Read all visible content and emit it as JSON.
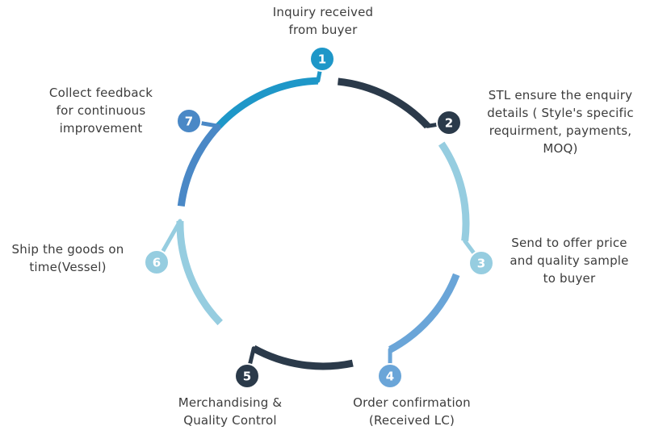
{
  "colors": {
    "dark": "#2b3a4a",
    "blue": "#1e97c8",
    "light_blue": "#96cde0",
    "mid_blue": "#6aa5d8",
    "steel_blue": "#4a88c6",
    "background": "#ffffff",
    "text": "#3c3c3c"
  },
  "steps": [
    {
      "number": "1",
      "color": "#1e97c8",
      "lines": [
        "Inquiry received",
        "from buyer"
      ]
    },
    {
      "number": "2",
      "color": "#2b3a4a",
      "lines": [
        "STL ensure the enquiry",
        "details ( Style's specific",
        "requirment, payments,",
        "MOQ)"
      ]
    },
    {
      "number": "3",
      "color": "#96cde0",
      "lines": [
        "Send to offer price",
        "and quality sample",
        "to buyer"
      ]
    },
    {
      "number": "4",
      "color": "#6aa5d8",
      "lines": [
        "Order confirmation",
        "(Received LC)"
      ]
    },
    {
      "number": "5",
      "color": "#2b3a4a",
      "lines": [
        "Merchandising &",
        "Quality Control"
      ]
    },
    {
      "number": "6",
      "color": "#96cde0",
      "lines": [
        "Ship the goods on",
        "time(Vessel)"
      ]
    },
    {
      "number": "7",
      "color": "#4a88c6",
      "lines": [
        "Collect feedback",
        "for continuous",
        "improvement"
      ]
    }
  ]
}
